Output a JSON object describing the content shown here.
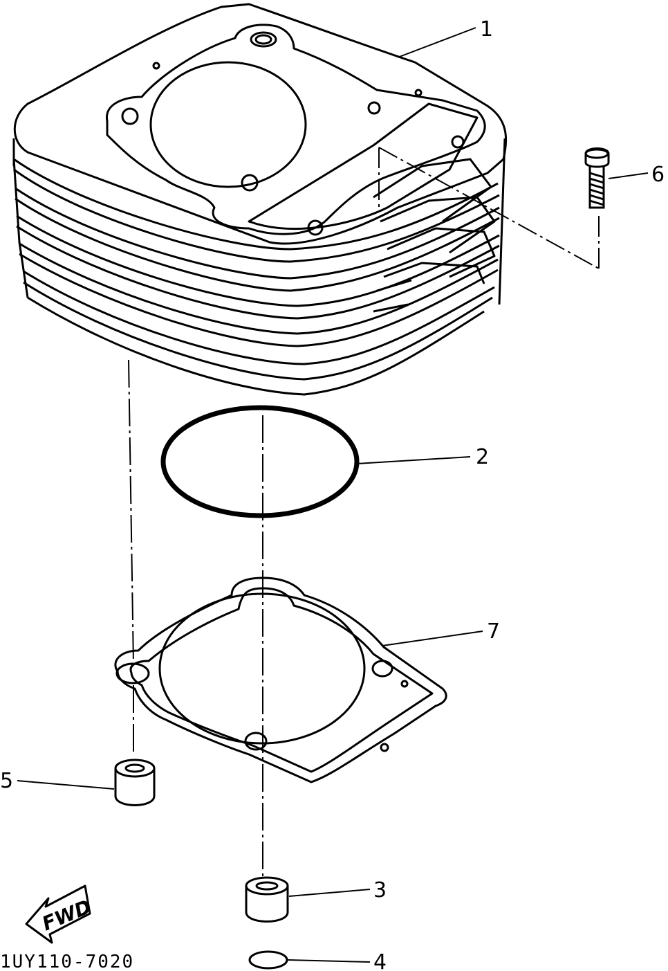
{
  "callouts": {
    "c1": "1",
    "c2": "2",
    "c3": "3",
    "c4": "4",
    "c5": "5",
    "c6": "6",
    "c7": "7"
  },
  "arrow_label": "FWD",
  "diagram_code": "1UY110-7020"
}
